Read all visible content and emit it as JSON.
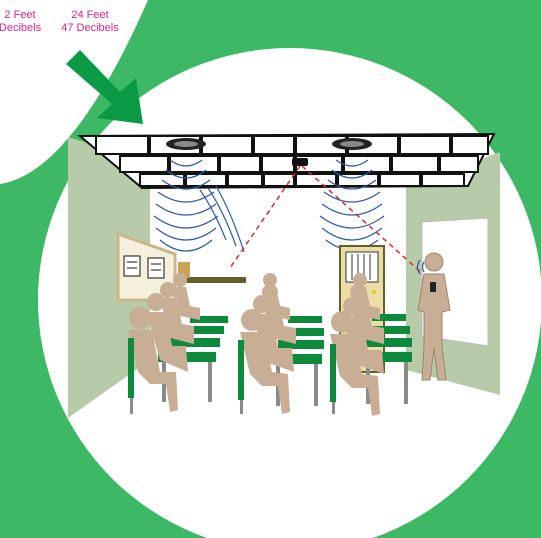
{
  "labels": [
    {
      "distance": "2 Feet",
      "level": "Decibels"
    },
    {
      "distance": "24 Feet",
      "level": "47 Decibels"
    }
  ],
  "colors": {
    "background_green": "#3db865",
    "arrow_green": "#0a9a45",
    "wall_green": "#b8cba8",
    "desk_green": "#0d8a3c",
    "skin_tan": "#c8ae95",
    "wave_blue": "#2a5aa8",
    "signal_red": "#e0282a",
    "label_magenta": "#e0208a"
  },
  "icons": [
    "speaker-icon",
    "microphone-transmitter-icon",
    "sensor-icon"
  ]
}
